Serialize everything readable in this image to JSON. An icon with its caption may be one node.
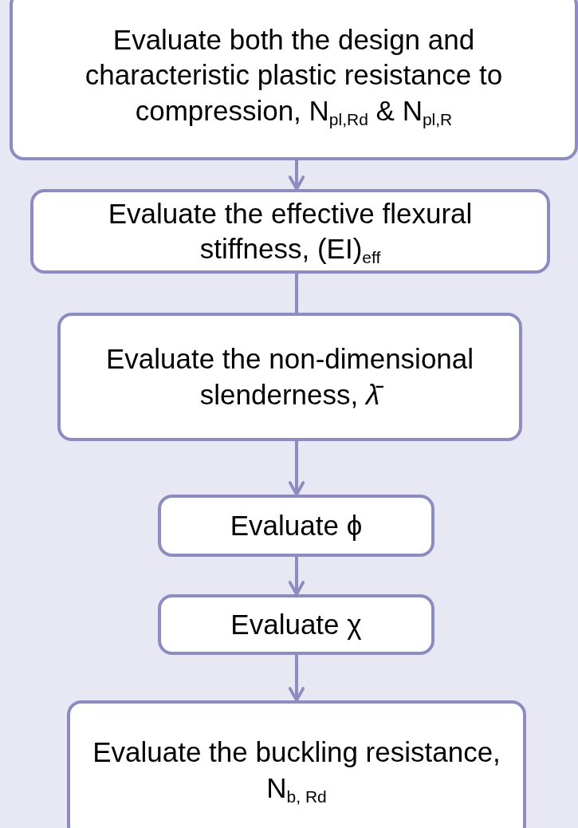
{
  "diagram": {
    "nodes": [
      {
        "text": [
          "Evaluate both the design and characteristic plastic resistance to compression, N$_{pl,Rd}$ & N$_{pl,R}$"
        ]
      },
      {
        "text": [
          "Evaluate the effective flexural stiffness, (EI)$_{eff}$"
        ]
      },
      {
        "text": [
          "Evaluate the non-dimensional slenderness, *λ̄*"
        ]
      },
      {
        "text": [
          "Evaluate ϕ"
        ]
      },
      {
        "text": [
          "Evaluate χ"
        ]
      },
      {
        "text": [
          "Evaluate the buckling resistance, N$_{b, Rd}$"
        ]
      }
    ],
    "edges": [
      {
        "from": 0,
        "to": 1,
        "arrow": "to"
      },
      {
        "from": 1,
        "to": 2,
        "arrow": "none"
      },
      {
        "from": 2,
        "to": 3,
        "arrow": "to"
      },
      {
        "from": 3,
        "to": 4,
        "arrow": "to"
      },
      {
        "from": 4,
        "to": 5,
        "arrow": "to"
      }
    ]
  }
}
